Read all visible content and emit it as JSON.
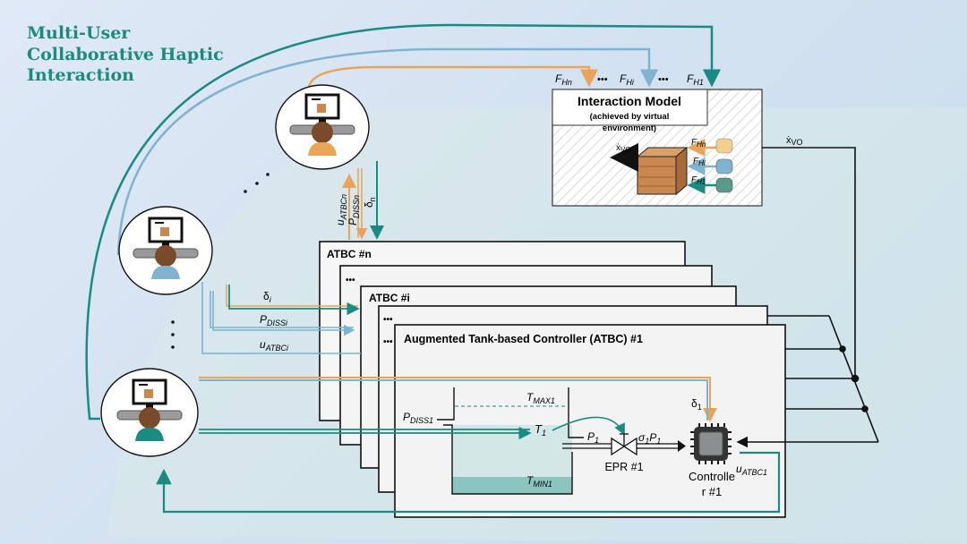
{
  "title": {
    "line1": "Multi-User",
    "line2": "Collaborative Haptic",
    "line3": "Interaction"
  },
  "colors": {
    "teal": "#1a8a82",
    "light_blue": "#7fb3cf",
    "orange": "#e9a45a",
    "title": "#1e8a7c"
  },
  "interaction_model": {
    "title": "Interaction Model",
    "subtitle1": "(achieved by virtual",
    "subtitle2": "environment)",
    "forces_in": [
      {
        "main": "F",
        "sub": "Hn"
      },
      {
        "main": "F",
        "sub": "Hi"
      },
      {
        "main": "F",
        "sub": "H1"
      }
    ],
    "dots": "•••",
    "velocity": {
      "main": "ẋ",
      "sub": "VO"
    },
    "inner_forces": [
      {
        "main": "F",
        "sub": "Hn"
      },
      {
        "main": "F",
        "sub": "Hi"
      },
      {
        "main": "F",
        "sub": "H1"
      }
    ]
  },
  "output_velocity": {
    "main": "ẋ",
    "sub": "VO"
  },
  "boxes": {
    "n": "ATBC #n",
    "i": "ATBC #i",
    "dots": "•••",
    "one": "Augmented Tank-based Controller (ATBC) #1"
  },
  "signals": {
    "u_atbc_n": {
      "main": "u",
      "sub": "ATBCn"
    },
    "p_diss_n": {
      "main": "P",
      "sub": "DISSn"
    },
    "delta_n": {
      "main": "δ",
      "sub": "n"
    },
    "delta_i": {
      "main": "δ",
      "sub": "i"
    },
    "p_diss_i": {
      "main": "P",
      "sub": "DISSi"
    },
    "u_atbc_i": {
      "main": "u",
      "sub": "ATBCi"
    },
    "delta_1": {
      "main": "δ",
      "sub": "1"
    },
    "u_atbc_1": {
      "main": "u",
      "sub": "ATBC1"
    }
  },
  "tank": {
    "t_max": {
      "main": "T",
      "sub": "MAX1"
    },
    "t_min": {
      "main": "T",
      "sub": "MIN1"
    },
    "t": {
      "main": "T",
      "sub": "1"
    },
    "p_diss": {
      "main": "P",
      "sub": "DISS1"
    },
    "p": {
      "main": "P",
      "sub": "1"
    },
    "sigma_p": {
      "main": "σ",
      "sub": "1",
      "main2": "P",
      "sub2": "1"
    }
  },
  "epr_label": "EPR #1",
  "controller_label1": "Controlle",
  "controller_label2": "r #1",
  "ellipsis": "•  •  •"
}
